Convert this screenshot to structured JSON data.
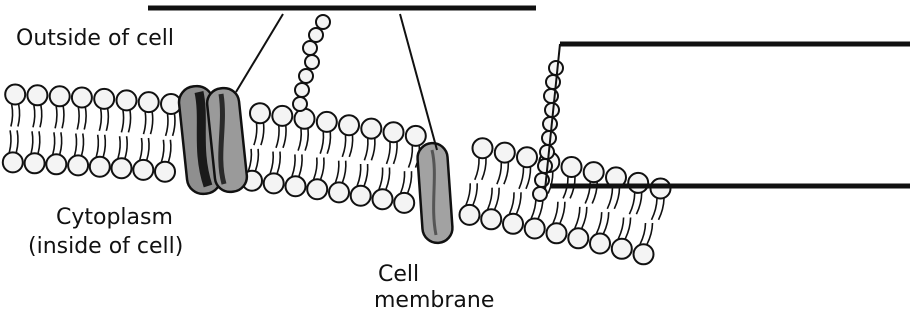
{
  "labels": {
    "outside": "Outside of cell",
    "cytoplasm_line1": "Cytoplasm",
    "cytoplasm_line2": "(inside of cell)",
    "membrane_line1": "Cell",
    "membrane_line2": "membrane"
  },
  "colors": {
    "ink": "#111111",
    "head_fill": "#f4f4f4",
    "protein_fill": "#8a8a8a",
    "protein_dark": "#2a2a2a"
  },
  "blanks": {
    "top_blank": "",
    "right_blank_1": "",
    "right_blank_2": ""
  }
}
